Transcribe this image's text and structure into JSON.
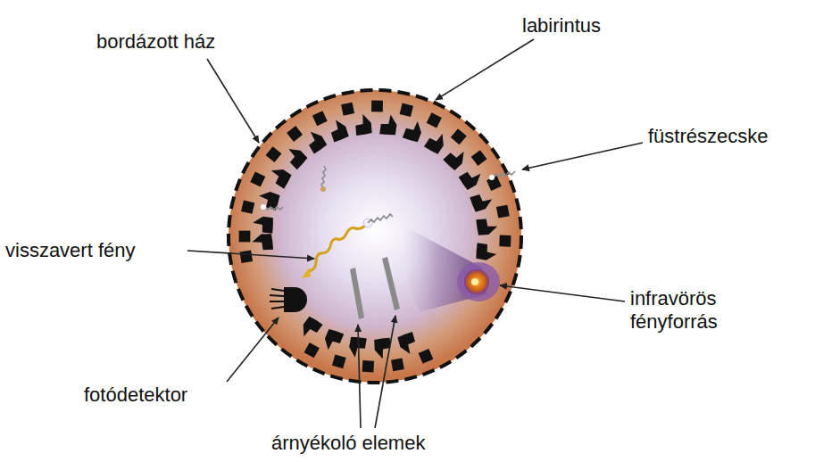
{
  "diagram": {
    "labels": [
      "labirintus",
      "bordázott ház",
      "füstrészecske",
      "visszavert fény",
      "infravörös fényforrás",
      "fotódetektor",
      "árnyékoló elemek"
    ]
  }
}
